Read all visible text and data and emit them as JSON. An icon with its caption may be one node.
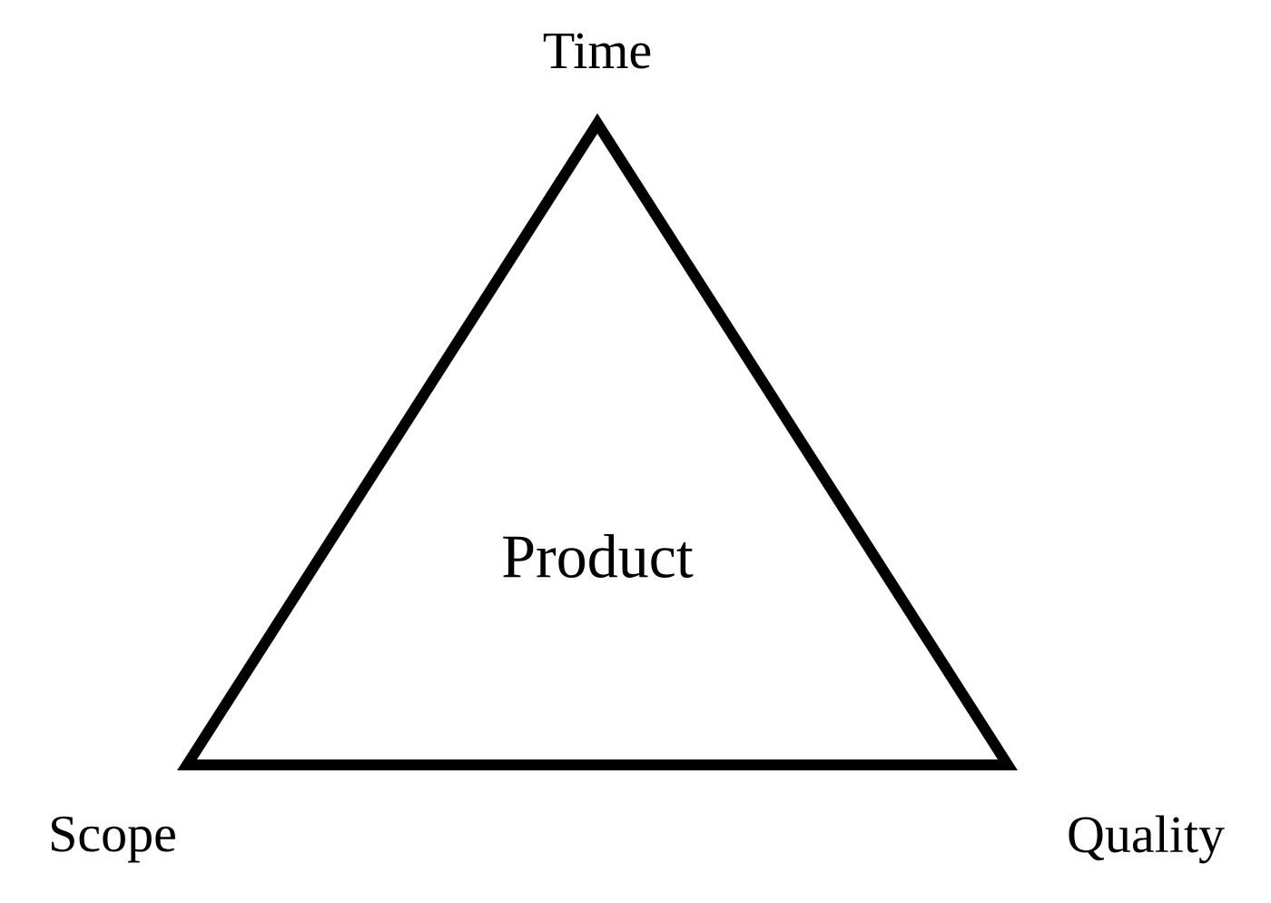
{
  "diagram": {
    "nodes": [
      {
        "text": [
          "Product"
        ]
      }
    ],
    "labels": [
      "Time",
      "Scope",
      "Quality"
    ]
  }
}
